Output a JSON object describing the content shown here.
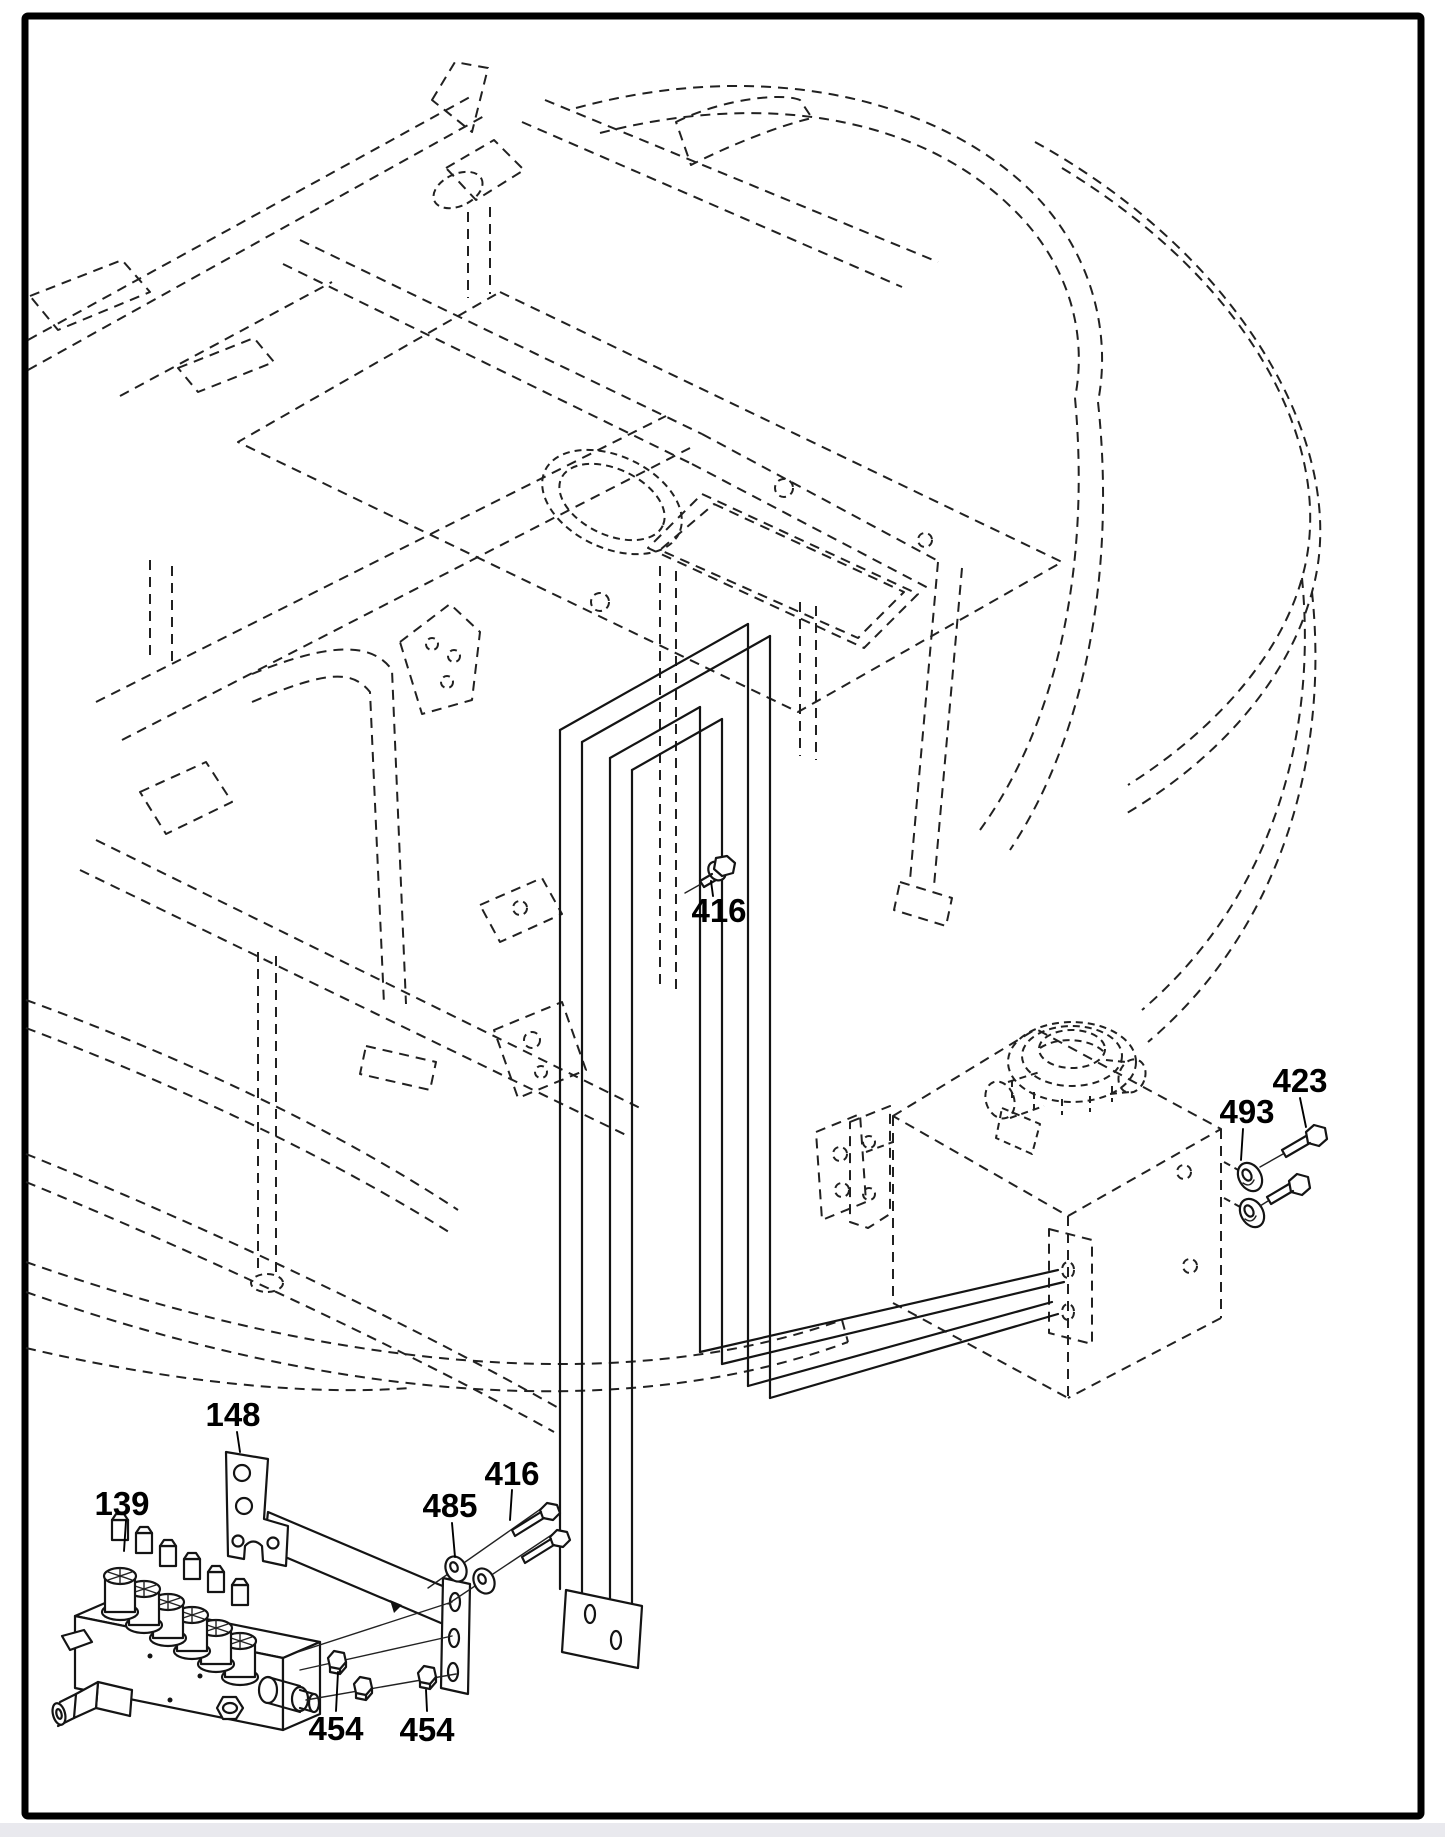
{
  "page": {
    "background": "#ffffff",
    "outside_background": "#e9e9ee",
    "frame_color": "#000000",
    "line_color": "#1c1c1c"
  },
  "callouts": [
    {
      "id": "bolt-416-frame",
      "label": "416"
    },
    {
      "id": "washer-493",
      "label": "493"
    },
    {
      "id": "bolt-423",
      "label": "423"
    },
    {
      "id": "bracket-148",
      "label": "148"
    },
    {
      "id": "manifold-139",
      "label": "139"
    },
    {
      "id": "washer-485",
      "label": "485"
    },
    {
      "id": "bolt-416-bracket",
      "label": "416"
    },
    {
      "id": "nut-454-left",
      "label": "454"
    },
    {
      "id": "nut-454-right",
      "label": "454"
    }
  ]
}
